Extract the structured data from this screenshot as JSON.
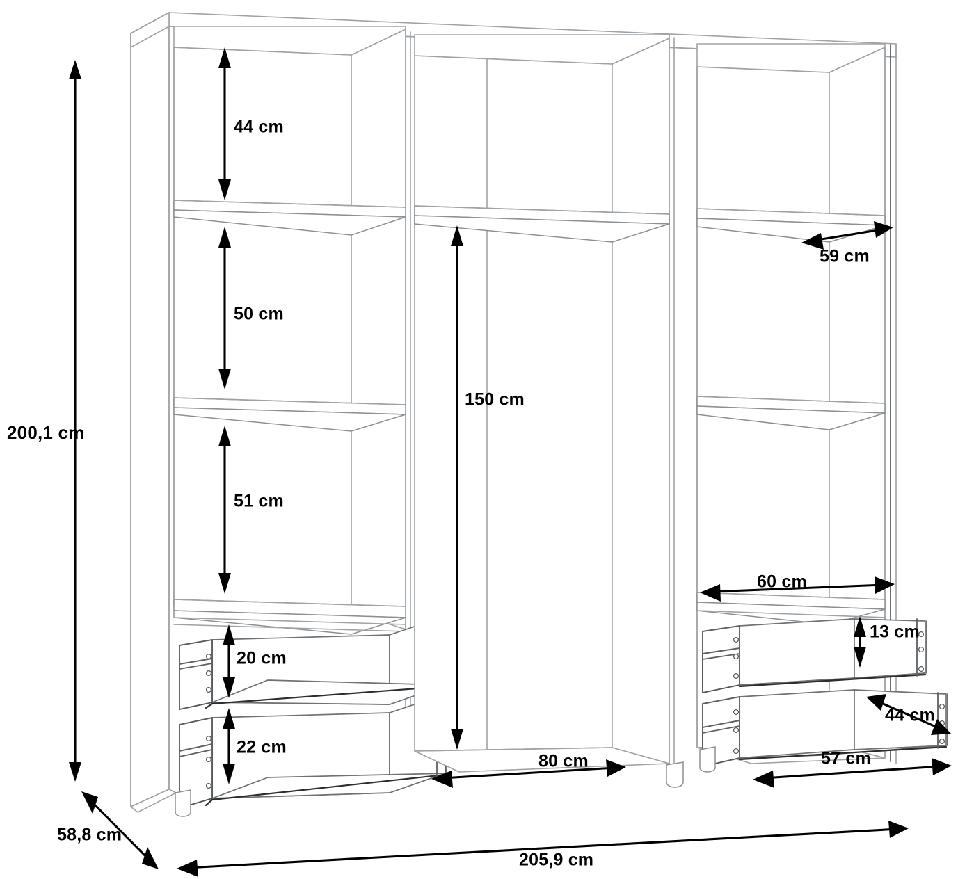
{
  "drawing": {
    "type": "technical-line-drawing",
    "subject": "4-door wardrobe interior layout",
    "projection": "isometric cutaway",
    "units": "cm",
    "decimal_separator": ",",
    "colors": {
      "background": "#ffffff",
      "construction_line": "#9fa3a6",
      "outline_dark": "#5c6063",
      "dimension_line": "#000000",
      "dimension_text": "#000000"
    }
  },
  "dimensions": {
    "overall_height": {
      "label": "200,1 cm",
      "value": 200.1,
      "orientation": "vertical",
      "location": "far-left"
    },
    "overall_depth": {
      "label": "58,8 cm",
      "value": 58.8,
      "orientation": "diagonal",
      "location": "bottom-left"
    },
    "overall_width": {
      "label": "205,9 cm",
      "value": 205.9,
      "orientation": "diagonal",
      "location": "bottom"
    },
    "left_compartment_top": {
      "label": "44 cm",
      "value": 44,
      "orientation": "vertical",
      "location": "left-column-upper"
    },
    "left_compartment_mid": {
      "label": "50 cm",
      "value": 50,
      "orientation": "vertical",
      "location": "left-column-middle"
    },
    "left_compartment_low": {
      "label": "51 cm",
      "value": 51,
      "orientation": "vertical",
      "location": "left-column-lower"
    },
    "left_drawer_upper_height": {
      "label": "20 cm",
      "value": 20,
      "orientation": "vertical",
      "location": "left-column-drawer-upper"
    },
    "left_drawer_lower_height": {
      "label": "22 cm",
      "value": 22,
      "orientation": "vertical",
      "location": "left-column-drawer-lower"
    },
    "center_hanging_height": {
      "label": "150 cm",
      "value": 150,
      "orientation": "vertical",
      "location": "center-column"
    },
    "center_interior_width": {
      "label": "80 cm",
      "value": 80,
      "orientation": "horizontal",
      "location": "center-column-bottom"
    },
    "right_shelf_depth": {
      "label": "59 cm",
      "value": 59,
      "orientation": "diagonal",
      "location": "right-column-upper-shelf"
    },
    "right_shelf_width": {
      "label": "60 cm",
      "value": 60,
      "orientation": "horizontal",
      "location": "right-column-lower-shelf"
    },
    "right_drawer_height": {
      "label": "13 cm",
      "value": 13,
      "orientation": "vertical",
      "location": "right-column-drawer-upper"
    },
    "right_drawer_depth": {
      "label": "44 cm",
      "value": 44,
      "orientation": "diagonal",
      "location": "right-column-drawer-lower"
    },
    "right_drawer_width": {
      "label": "57 cm",
      "value": 57,
      "orientation": "horizontal",
      "location": "right-column-drawer-bottom"
    }
  },
  "labels": {
    "overall_height": "200,1 cm",
    "overall_depth": "58,8 cm",
    "overall_width": "205,9 cm",
    "h44": "44 cm",
    "h50": "50 cm",
    "h51": "51 cm",
    "h20": "20 cm",
    "h22": "22 cm",
    "h150": "150 cm",
    "w80": "80 cm",
    "d59": "59 cm",
    "w60": "60 cm",
    "h13": "13 cm",
    "d44": "44 cm",
    "w57": "57 cm"
  }
}
